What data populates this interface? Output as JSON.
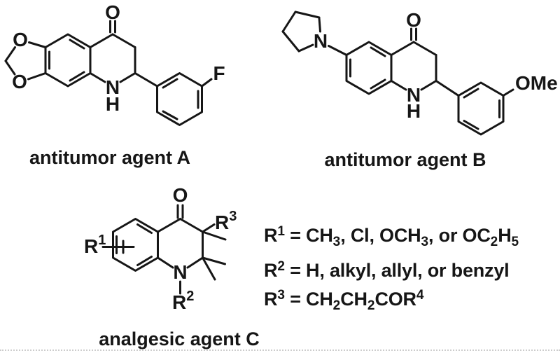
{
  "figure": {
    "background": "#ffffff",
    "ink": "#161616",
    "divider_color": "#cdcdcd"
  },
  "structures": {
    "a": {
      "label": "antitumor agent A",
      "atoms": {
        "carbonyl_o": "O",
        "dioxole_o_top": "O",
        "dioxole_o_bottom": "O",
        "ring_n": "N",
        "ring_h": "H",
        "fluorine": "F"
      }
    },
    "b": {
      "label": "antitumor agent B",
      "atoms": {
        "carbonyl_o": "O",
        "pyrrolidine_n": "N",
        "ring_n": "N",
        "ring_h": "H",
        "methoxy": "OMe"
      }
    },
    "c": {
      "label": "analgesic agent C",
      "atoms": {
        "carbonyl_o": "O",
        "ring_n": "N",
        "r1_base": "R",
        "r1_sup": "1",
        "r2_base": "R",
        "r2_sup": "2",
        "r3_base": "R",
        "r3_sup": "3"
      }
    }
  },
  "r_definitions": [
    {
      "segments": [
        {
          "text": "R"
        },
        {
          "text": "1",
          "script": "sup"
        },
        {
          "text": " = CH"
        },
        {
          "text": "3",
          "script": "sub"
        },
        {
          "text": ", Cl, OCH"
        },
        {
          "text": "3",
          "script": "sub"
        },
        {
          "text": ", or OC"
        },
        {
          "text": "2",
          "script": "sub"
        },
        {
          "text": "H"
        },
        {
          "text": "5",
          "script": "sub"
        }
      ]
    },
    {
      "segments": [
        {
          "text": "R"
        },
        {
          "text": "2",
          "script": "sup"
        },
        {
          "text": " = H, alkyl, allyl, or benzyl"
        }
      ]
    },
    {
      "segments": [
        {
          "text": "R"
        },
        {
          "text": "3",
          "script": "sup"
        },
        {
          "text": " = CH"
        },
        {
          "text": "2",
          "script": "sub"
        },
        {
          "text": "CH"
        },
        {
          "text": "2",
          "script": "sub"
        },
        {
          "text": "COR"
        },
        {
          "text": "4",
          "script": "sup"
        }
      ]
    }
  ]
}
